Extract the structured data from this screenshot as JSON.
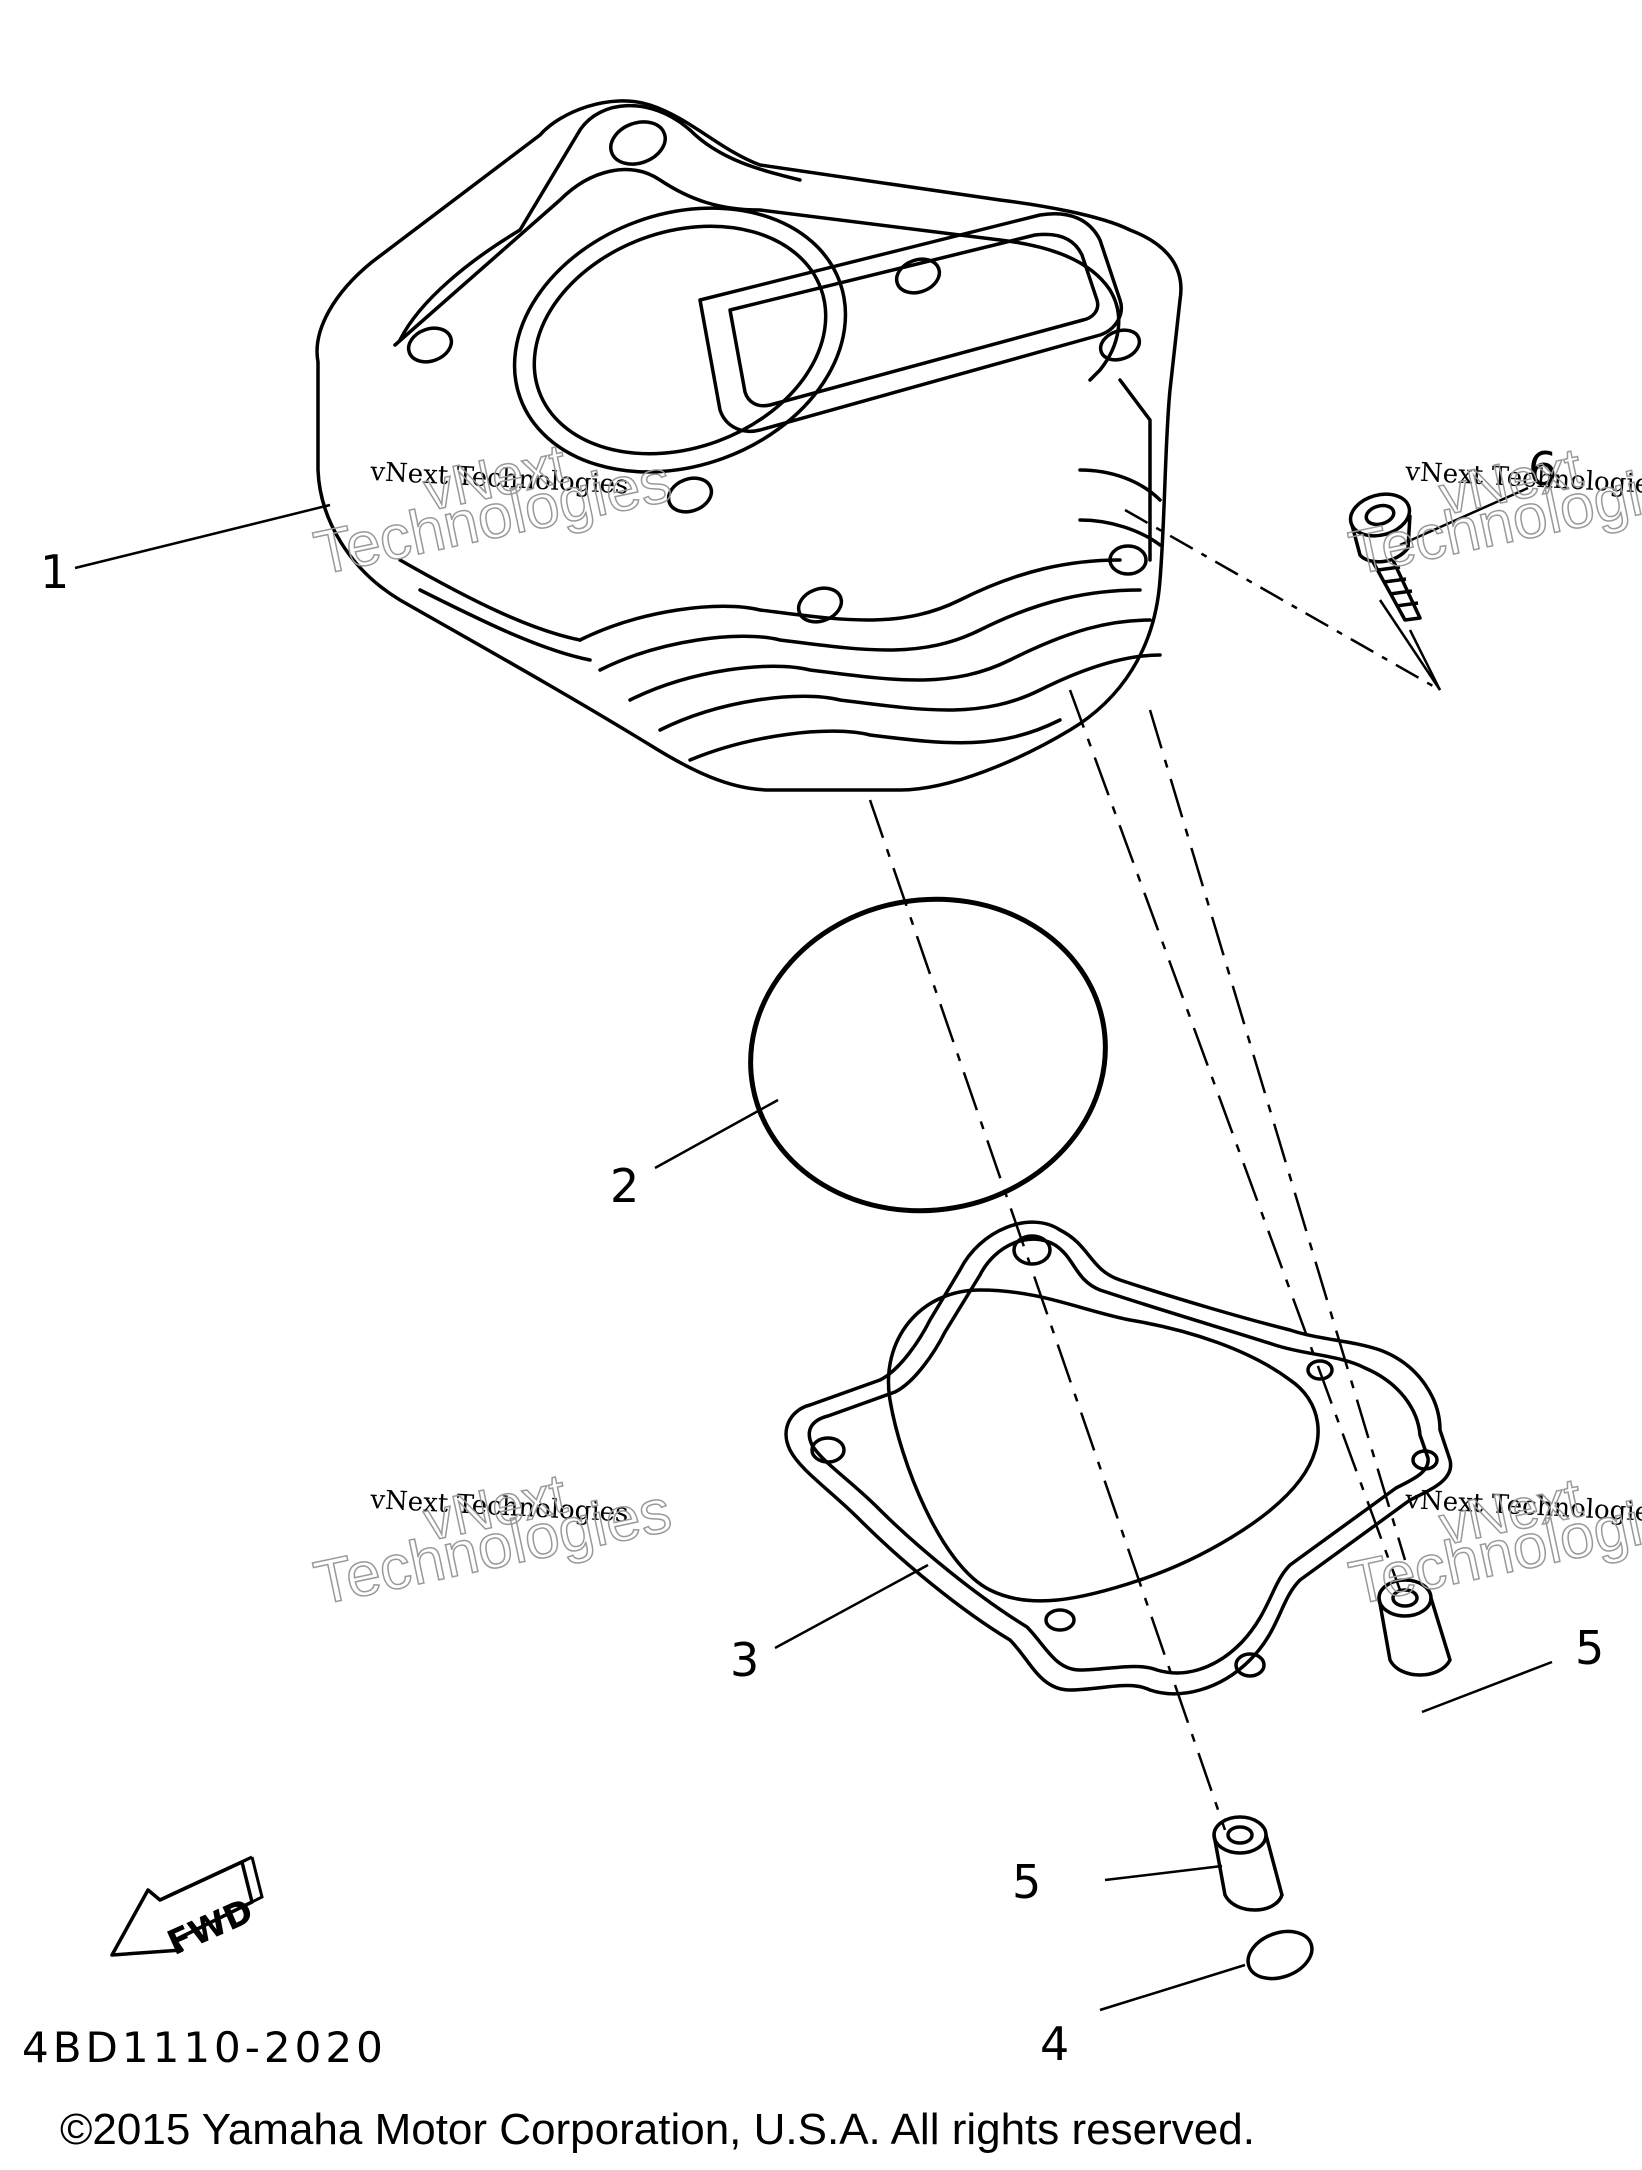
{
  "diagram": {
    "callouts": [
      {
        "id": "1",
        "label": "1"
      },
      {
        "id": "2",
        "label": "2"
      },
      {
        "id": "3",
        "label": "3"
      },
      {
        "id": "4",
        "label": "4"
      },
      {
        "id": "5a",
        "label": "5"
      },
      {
        "id": "5b",
        "label": "5"
      },
      {
        "id": "6",
        "label": "6"
      }
    ],
    "fwd_arrow_label": "FWD",
    "diagram_code": "4BD1110-2020",
    "copyright": "©2015 Yamaha Motor Corporation, U.S.A. All rights reserved."
  },
  "watermarks": [
    {
      "line1": "vNext Technologies",
      "line2": "vNext",
      "line3": "Technologies"
    },
    {
      "line1": "vNext Technologies",
      "line2": "vNext",
      "line3": "Technologies"
    },
    {
      "line1": "vNext Technologies",
      "line2": "vNext",
      "line3": "Technologies"
    },
    {
      "line1": "vNext Technologies",
      "line2": "vNext",
      "line3": "Technologies"
    }
  ],
  "colors": {
    "ink": "#000000",
    "watermark": "#b8b8b8",
    "background": "#ffffff"
  }
}
